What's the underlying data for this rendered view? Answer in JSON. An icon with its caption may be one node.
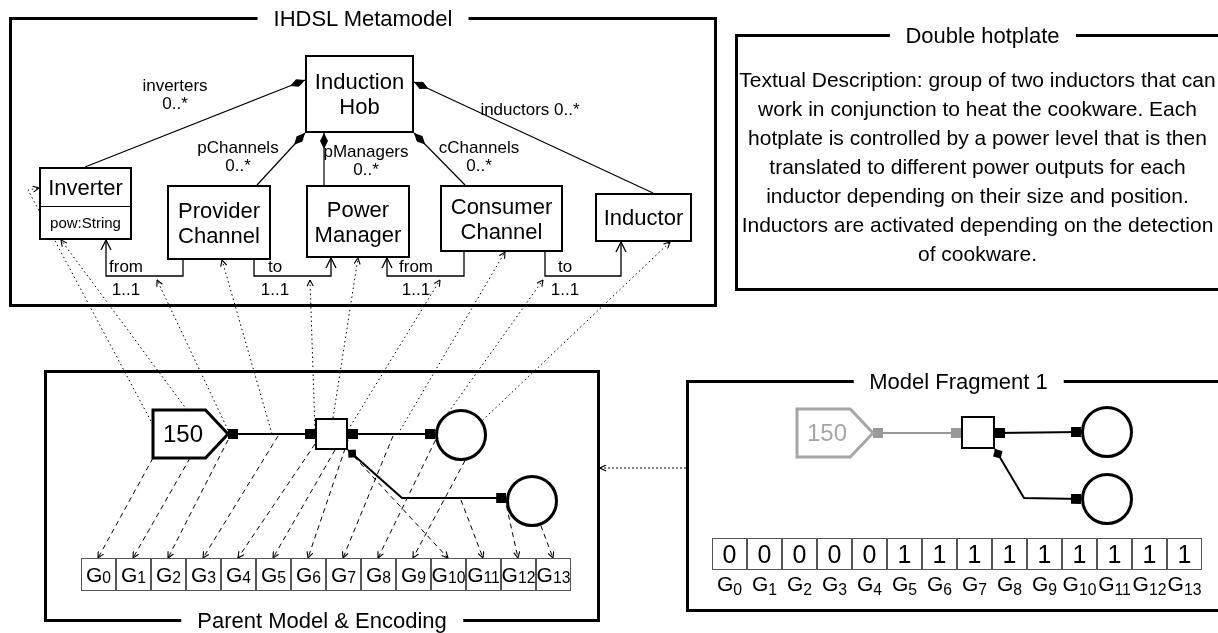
{
  "diagram": {
    "nodes": [
      {
        "text": [
          "IHDSL Metamodel"
        ]
      },
      {
        "text": [
          "Induction Hob"
        ],
        "in": 0
      },
      {
        "text": [
          "Inverter",
          "pow:String"
        ],
        "in": 0
      },
      {
        "text": [
          "Provider Channel"
        ],
        "in": 0
      },
      {
        "text": [
          "Power Manager"
        ],
        "in": 0
      },
      {
        "text": [
          "Consumer Channel"
        ],
        "in": 0
      },
      {
        "text": [
          "Inductor"
        ],
        "in": 0
      },
      {
        "text": [
          "Double hotplate",
          "Textual Description: group of two inductors that can work in conjunction to heat the cookware. Each hotplate is controlled by a power level that is then translated to different power outputs for each inductor depending on their size and position. Inductors are activated depending on the detection of cookware."
        ]
      },
      {
        "text": [
          "Parent Model & Encoding"
        ]
      },
      {
        "text": [
          "150"
        ],
        "in": 8
      },
      {
        "text": [],
        "shape": "box",
        "in": 8
      },
      {
        "text": [],
        "shape": "circle",
        "in": 8
      },
      {
        "text": [],
        "shape": "circle",
        "in": 8
      },
      {
        "text": [
          "G$_{0}$"
        ],
        "in": 8
      },
      {
        "text": [
          "G$_{1}$"
        ],
        "in": 8
      },
      {
        "text": [
          "G$_{2}$"
        ],
        "in": 8
      },
      {
        "text": [
          "G$_{3}$"
        ],
        "in": 8
      },
      {
        "text": [
          "G$_{4}$"
        ],
        "in": 8
      },
      {
        "text": [
          "G$_{5}$"
        ],
        "in": 8
      },
      {
        "text": [
          "G$_{6}$"
        ],
        "in": 8
      },
      {
        "text": [
          "G$_{7}$"
        ],
        "in": 8
      },
      {
        "text": [
          "G$_{8}$"
        ],
        "in": 8
      },
      {
        "text": [
          "G$_{9}$"
        ],
        "in": 8
      },
      {
        "text": [
          "G$_{10}$"
        ],
        "in": 8
      },
      {
        "text": [
          "G$_{11}$"
        ],
        "in": 8
      },
      {
        "text": [
          "G$_{12}$"
        ],
        "in": 8
      },
      {
        "text": [
          "G$_{13}$"
        ],
        "in": 8
      },
      {
        "text": [
          "Model Fragment 1"
        ]
      },
      {
        "text": [
          "150"
        ],
        "in": 27
      },
      {
        "text": [],
        "shape": "box",
        "in": 27
      },
      {
        "text": [],
        "shape": "circle",
        "in": 27
      },
      {
        "text": [],
        "shape": "circle",
        "in": 27
      },
      {
        "text": [
          "0"
        ],
        "beside": [
          "G$_{0}$"
        ],
        "in": 27
      },
      {
        "text": [
          "0"
        ],
        "beside": [
          "G$_{1}$"
        ],
        "in": 27
      },
      {
        "text": [
          "0"
        ],
        "beside": [
          "G$_{2}$"
        ],
        "in": 27
      },
      {
        "text": [
          "0"
        ],
        "beside": [
          "G$_{3}$"
        ],
        "in": 27
      },
      {
        "text": [
          "0"
        ],
        "beside": [
          "G$_{4}$"
        ],
        "in": 27
      },
      {
        "text": [
          "1"
        ],
        "beside": [
          "G$_{5}$"
        ],
        "in": 27
      },
      {
        "text": [
          "1"
        ],
        "beside": [
          "G$_{6}$"
        ],
        "in": 27
      },
      {
        "text": [
          "1"
        ],
        "beside": [
          "G$_{7}$"
        ],
        "in": 27
      },
      {
        "text": [
          "1"
        ],
        "beside": [
          "G$_{8}$"
        ],
        "in": 27
      },
      {
        "text": [
          "1"
        ],
        "beside": [
          "G$_{9}$"
        ],
        "in": 27
      },
      {
        "text": [
          "1"
        ],
        "beside": [
          "G$_{10}$"
        ],
        "in": 27
      },
      {
        "text": [
          "1"
        ],
        "beside": [
          "G$_{11}$"
        ],
        "in": 27
      },
      {
        "text": [
          "1"
        ],
        "beside": [
          "G$_{12}$"
        ],
        "in": 27
      },
      {
        "text": [
          "1"
        ],
        "beside": [
          "G$_{13}$"
        ],
        "in": 27
      }
    ],
    "edges": [
      {
        "from": 2,
        "to": 1,
        "arrow": "other",
        "label": "inverters 0..*"
      },
      {
        "from": 3,
        "to": 1,
        "arrow": "other",
        "label": "pChannels 0..*"
      },
      {
        "from": 4,
        "to": 1,
        "arrow": "other",
        "label": "pManagers 0..*"
      },
      {
        "from": 5,
        "to": 1,
        "arrow": "other",
        "label": "cChannels 0..*"
      },
      {
        "from": 6,
        "to": 1,
        "arrow": "other",
        "label": "inductors 0..*"
      },
      {
        "from": 3,
        "to": 2,
        "arrow": "to",
        "label": "from 1..1"
      },
      {
        "from": 3,
        "to": 4,
        "arrow": "to",
        "label": "to 1..1"
      },
      {
        "from": 5,
        "to": 4,
        "arrow": "to",
        "label": "from 1..1"
      },
      {
        "from": 5,
        "to": 6,
        "arrow": "to",
        "label": "to 1..1"
      },
      {
        "from": 9,
        "to": 10,
        "arrow": "other"
      },
      {
        "from": 10,
        "to": 11,
        "arrow": "other"
      },
      {
        "from": 10,
        "to": 12,
        "arrow": "other"
      },
      {
        "from": 9,
        "to": 2,
        "arrow": "to",
        "style": "dashed"
      },
      {
        "from": 9,
        "to": 2,
        "arrow": "to",
        "style": "dashed"
      },
      {
        "from": 9,
        "to": 0,
        "arrow": "to",
        "style": "dashed"
      },
      {
        "from": null,
        "to": 3,
        "arrow": "to",
        "style": "dashed"
      },
      {
        "from": 10,
        "to": 0,
        "arrow": "to",
        "style": "dashed"
      },
      {
        "from": 10,
        "to": 4,
        "arrow": "to",
        "style": "dashed"
      },
      {
        "from": 10,
        "to": 0,
        "arrow": "to",
        "style": "dashed"
      },
      {
        "from": null,
        "to": 5,
        "arrow": "to",
        "style": "dashed"
      },
      {
        "from": 11,
        "to": 0,
        "arrow": "to",
        "style": "dashed"
      },
      {
        "from": 11,
        "to": 6,
        "arrow": "to",
        "style": "dashed"
      },
      {
        "from": 9,
        "to": 13,
        "arrow": "to",
        "style": "dashed"
      },
      {
        "from": 9,
        "to": 14,
        "arrow": "to",
        "style": "dashed"
      },
      {
        "from": 9,
        "to": 15,
        "arrow": "to",
        "style": "dashed"
      },
      {
        "from": null,
        "to": 16,
        "arrow": "to",
        "style": "dashed"
      },
      {
        "from": 10,
        "to": 17,
        "arrow": "to",
        "style": "dashed"
      },
      {
        "from": 10,
        "to": 18,
        "arrow": "to",
        "style": "dashed"
      },
      {
        "from": 10,
        "to": 19,
        "arrow": "to",
        "style": "dashed"
      },
      {
        "from": null,
        "to": 20,
        "arrow": "to",
        "style": "dashed"
      },
      {
        "from": 11,
        "to": 21,
        "arrow": "to",
        "style": "dashed"
      },
      {
        "from": 11,
        "to": 22,
        "arrow": "to",
        "style": "dashed"
      },
      {
        "from": 10,
        "to": 23,
        "arrow": "to",
        "style": "dashed"
      },
      {
        "from": null,
        "to": 24,
        "arrow": "to",
        "style": "dashed"
      },
      {
        "from": 12,
        "to": 25,
        "arrow": "to",
        "style": "dashed"
      },
      {
        "from": 12,
        "to": 26,
        "arrow": "to",
        "style": "dashed"
      },
      {
        "from": 28,
        "to": 29,
        "arrow": "other",
        "color": "#999999"
      },
      {
        "from": 29,
        "to": 30,
        "arrow": "other"
      },
      {
        "from": 29,
        "to": 31,
        "arrow": "other"
      },
      {
        "from": 27,
        "to": 8,
        "arrow": "to",
        "style": "dashed"
      }
    ]
  }
}
